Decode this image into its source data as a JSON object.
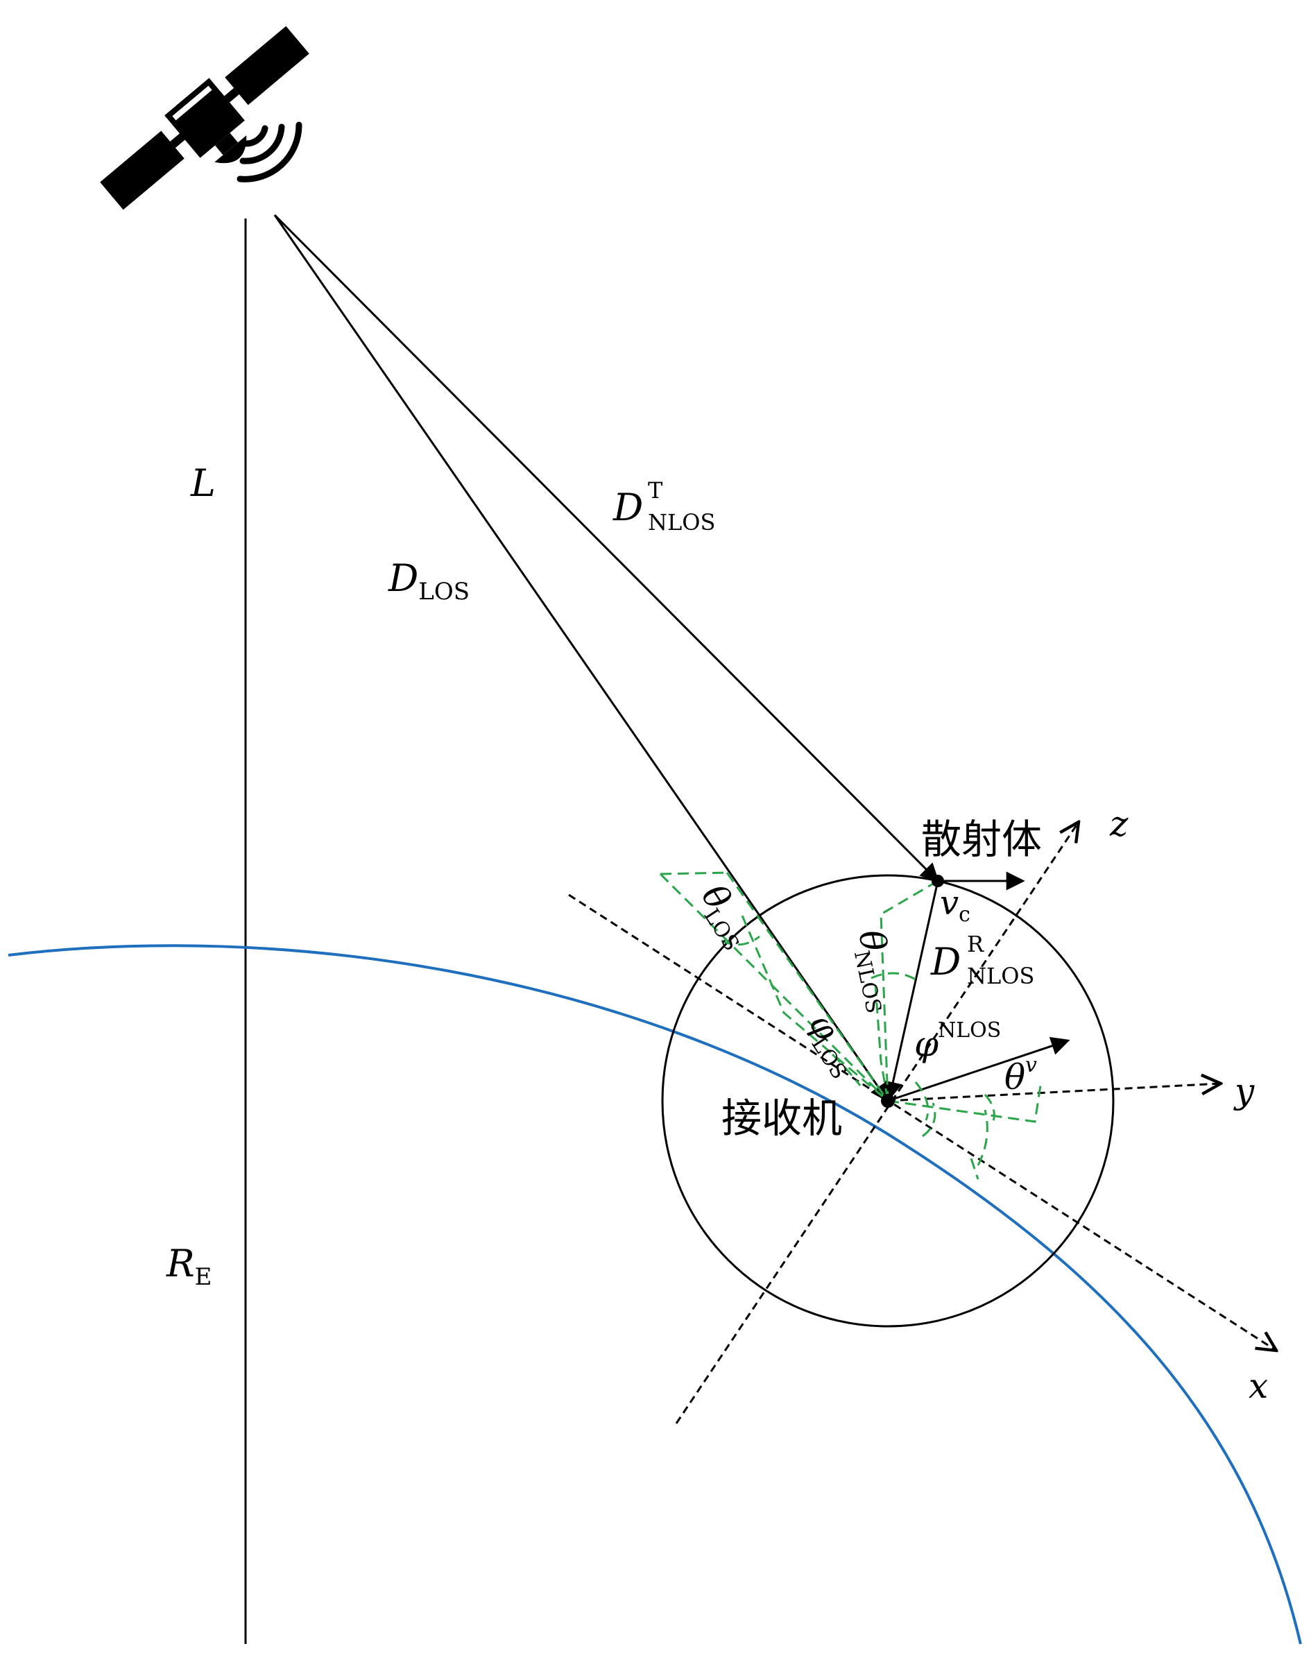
{
  "labels": {
    "L": "L",
    "RE_main": "R",
    "RE_sub": "E",
    "DLOS_main": "D",
    "DLOS_sub": "LOS",
    "DNT_main": "D",
    "DNT_sup": "T",
    "DNT_sub": "NLOS",
    "DNR_main": "D",
    "DNR_sup": "R",
    "DNR_sub": "NLOS",
    "vc_main": "v",
    "vc_sub": "c",
    "theta_los_main": "θ",
    "theta_los_sub": "LOS",
    "phi_los_main": "φ",
    "phi_los_sub": "LOS",
    "theta_nlos_main": "θ",
    "theta_nlos_sub": "NLOS",
    "phi_nlos_main": "φ",
    "phi_nlos_sub": "NLOS",
    "theta_v_main": "θ",
    "theta_v_sup": "v",
    "scatterer": "散射体",
    "receiver": "接收机",
    "axis_x": "x",
    "axis_y": "y",
    "axis_z": "z"
  },
  "colors": {
    "line": "#000000",
    "earth": "#1f6fbf",
    "angle_marks": "#2aa54a"
  },
  "icons": {
    "satellite": "satellite-icon"
  }
}
